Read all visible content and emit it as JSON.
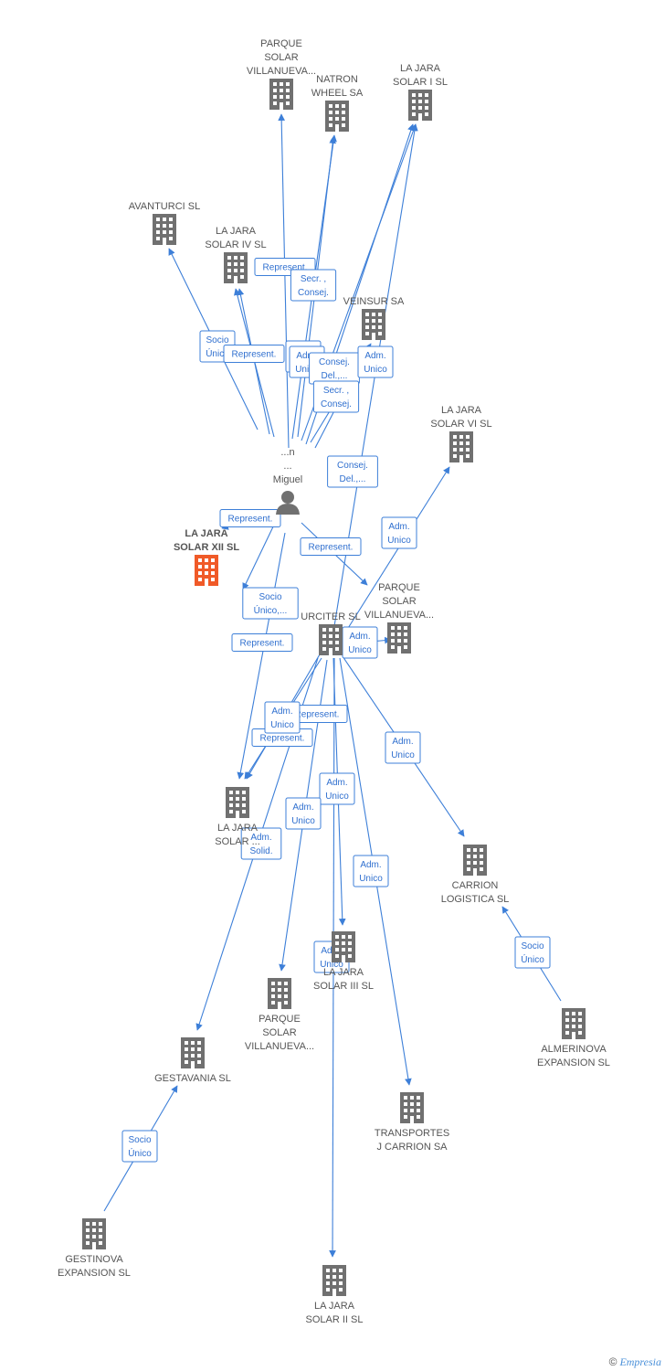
{
  "colors": {
    "edge": "#3d7fd8",
    "edge_text": "#2f6fcf",
    "building": "#707070",
    "focus_building": "#f05a28",
    "person": "#707070",
    "label": "#555555"
  },
  "nodes": [
    {
      "id": "n_psv1",
      "label": [
        "PARQUE",
        "SOLAR",
        "VILLANUEVA..."
      ],
      "icon": "building-icon"
    },
    {
      "id": "n_natron",
      "label": [
        "NATRON",
        "WHEEL SA"
      ],
      "icon": "building-icon"
    },
    {
      "id": "n_ljs1",
      "label": [
        "LA JARA",
        "SOLAR I SL"
      ],
      "icon": "building-icon"
    },
    {
      "id": "n_avanturci",
      "label": [
        "AVANTURCI SL"
      ],
      "icon": "building-icon"
    },
    {
      "id": "n_ljs4",
      "label": [
        "LA JARA",
        "SOLAR IV SL"
      ],
      "icon": "building-icon"
    },
    {
      "id": "n_veinsur",
      "label": [
        "VEINSUR SA"
      ],
      "icon": "building-icon"
    },
    {
      "id": "n_ljs6",
      "label": [
        "LA JARA",
        "SOLAR VI SL"
      ],
      "icon": "building-icon"
    },
    {
      "id": "n_person",
      "label": [
        "...n",
        "...",
        "Miguel"
      ],
      "icon": "person-icon"
    },
    {
      "id": "n_ljs12",
      "label": [
        "LA JARA",
        "SOLAR XII SL"
      ],
      "icon": "building-icon",
      "focus": true
    },
    {
      "id": "n_psv2",
      "label": [
        "PARQUE",
        "SOLAR",
        "VILLANUEVA..."
      ],
      "icon": "building-icon"
    },
    {
      "id": "n_urciter",
      "label": [
        "URCITER SL"
      ],
      "icon": "building-icon"
    },
    {
      "id": "n_ljsx",
      "label": [
        "LA JARA",
        "SOLAR ..."
      ],
      "icon": "building-icon"
    },
    {
      "id": "n_carrion",
      "label": [
        "CARRION",
        "LOGISTICA SL"
      ],
      "icon": "building-icon"
    },
    {
      "id": "n_ljs3",
      "label": [
        "LA JARA",
        "SOLAR III SL"
      ],
      "icon": "building-icon"
    },
    {
      "id": "n_psv3",
      "label": [
        "PARQUE",
        "SOLAR",
        "VILLANUEVA..."
      ],
      "icon": "building-icon"
    },
    {
      "id": "n_almerinova",
      "label": [
        "ALMERINOVA",
        "EXPANSION SL"
      ],
      "icon": "building-icon"
    },
    {
      "id": "n_gestavania",
      "label": [
        "GESTAVANIA SL"
      ],
      "icon": "building-icon"
    },
    {
      "id": "n_transportes",
      "label": [
        "TRANSPORTES",
        "J CARRION SA"
      ],
      "icon": "building-icon"
    },
    {
      "id": "n_gestinova",
      "label": [
        "GESTINOVA",
        "EXPANSION SL"
      ],
      "icon": "building-icon"
    },
    {
      "id": "n_ljs2",
      "label": [
        "LA JARA",
        "SOLAR II SL"
      ],
      "icon": "building-icon"
    }
  ],
  "edges": [
    {
      "from": "n_person",
      "to": "n_avanturci",
      "label": [
        "Socio",
        "Único"
      ]
    },
    {
      "from": "n_person",
      "to": "n_ljs4",
      "label": [
        "Represent."
      ]
    },
    {
      "from": "n_person",
      "to": "n_ljs4",
      "label": [
        "Represent."
      ]
    },
    {
      "from": "n_person",
      "to": "n_psv1",
      "label": [
        "Adm.",
        "Unico"
      ]
    },
    {
      "from": "n_person",
      "to": "n_natron",
      "label": [
        "Adm.",
        "Unico"
      ]
    },
    {
      "from": "n_person",
      "to": "n_natron",
      "label": [
        "Secr. ,",
        "Consej."
      ]
    },
    {
      "from": "n_person",
      "to": "n_ljs1",
      "label": [
        "Consej.",
        "Del.,..."
      ]
    },
    {
      "from": "n_person",
      "to": "n_ljs1",
      "label": [
        "Secr. ,",
        "Consej."
      ]
    },
    {
      "from": "n_person",
      "to": "n_veinsur",
      "label": [
        "Adm.",
        "Unico"
      ]
    },
    {
      "from": "n_person",
      "to": "n_veinsur",
      "label": [
        "Consej.",
        "Del.,..."
      ]
    },
    {
      "from": "n_person",
      "to": "n_ljs12",
      "label": [
        "Represent."
      ]
    },
    {
      "from": "n_person",
      "to": "n_ljs12",
      "label": [
        "Socio",
        "Único,..."
      ]
    },
    {
      "from": "n_person",
      "to": "n_psv2",
      "label": [
        "Represent."
      ]
    },
    {
      "from": "n_urciter",
      "to": "n_ljs6",
      "label": [
        "Adm.",
        "Unico"
      ]
    },
    {
      "from": "n_urciter",
      "to": "n_psv2",
      "label": [
        "Adm.",
        "Unico"
      ]
    },
    {
      "from": "n_urciter",
      "to": "n_ljs1",
      "label": [
        "Represent."
      ]
    },
    {
      "from": "n_urciter",
      "to": "n_ljsx",
      "label": [
        "Represent."
      ]
    },
    {
      "from": "n_person",
      "to": "n_ljsx",
      "label": [
        "Represent."
      ]
    },
    {
      "from": "n_urciter",
      "to": "n_ljsx",
      "label": [
        "Adm.",
        "Unico"
      ]
    },
    {
      "from": "n_urciter",
      "to": "n_carrion",
      "label": [
        "Adm.",
        "Unico"
      ]
    },
    {
      "from": "n_urciter",
      "to": "n_ljs3",
      "label": [
        "Adm.",
        "Unico"
      ]
    },
    {
      "from": "n_urciter",
      "to": "n_psv3",
      "label": [
        "Adm.",
        "Unico"
      ]
    },
    {
      "from": "n_urciter",
      "to": "n_gestavania",
      "label": [
        "Adm.",
        "Solid."
      ]
    },
    {
      "from": "n_urciter",
      "to": "n_transportes",
      "label": [
        "Adm.",
        "Unico"
      ]
    },
    {
      "from": "n_urciter",
      "to": "n_ljs2",
      "label": [
        "Adm.",
        "Unico"
      ]
    },
    {
      "from": "n_almerinova",
      "to": "n_carrion",
      "label": [
        "Socio",
        "Único"
      ]
    },
    {
      "from": "n_gestinova",
      "to": "n_gestavania",
      "label": [
        "Socio",
        "Único"
      ]
    }
  ],
  "footer": {
    "copyright": "©",
    "brand": "Empresia"
  }
}
